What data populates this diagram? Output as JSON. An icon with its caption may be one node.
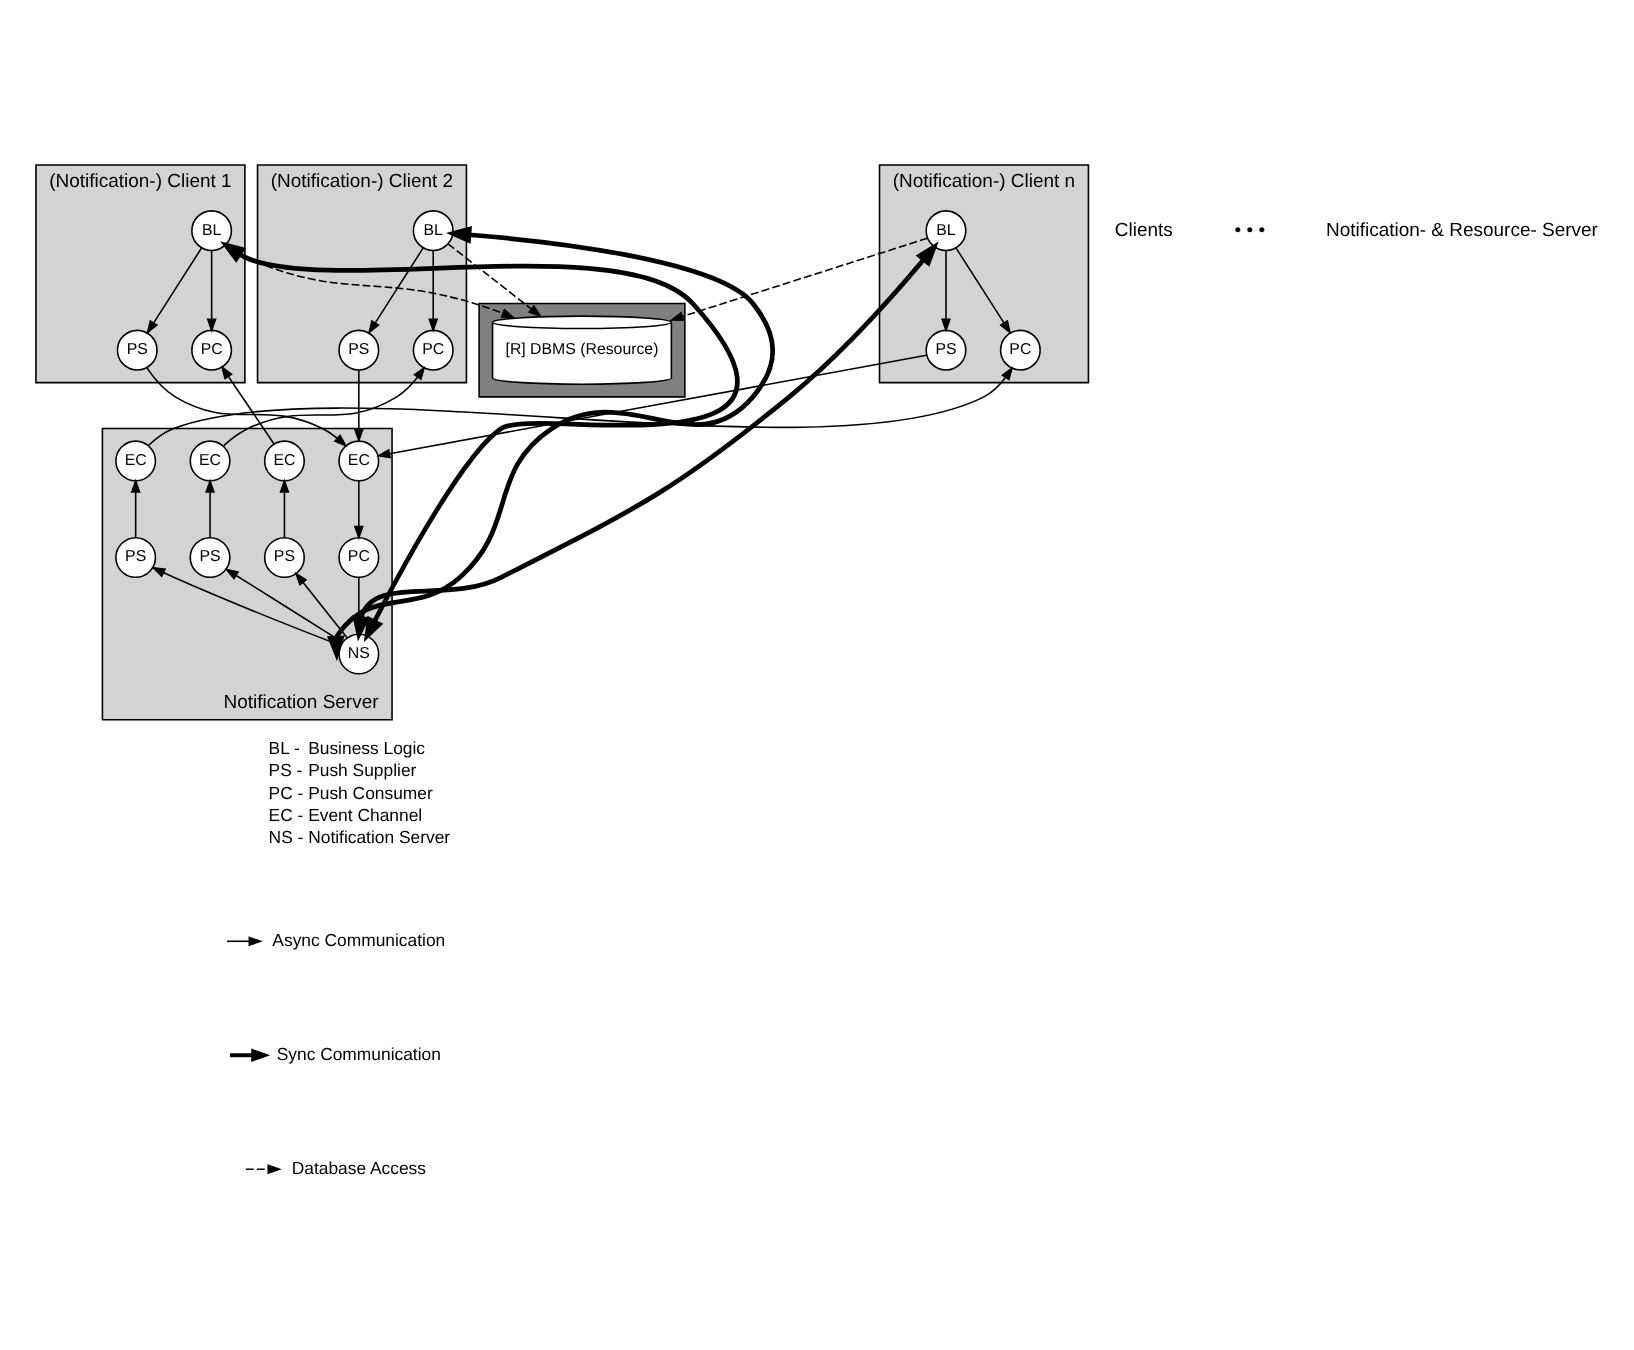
{
  "diagram": {
    "nodes": [
      {
        "text": [
          "(Notification-) Client 1"
        ]
      },
      {
        "text": [
          "BL"
        ],
        "in": 0
      },
      {
        "text": [
          "PS"
        ],
        "in": 0
      },
      {
        "text": [
          "PC"
        ],
        "in": 0
      },
      {
        "text": [
          "(Notification-) Client 2"
        ]
      },
      {
        "text": [
          "BL"
        ],
        "in": 4
      },
      {
        "text": [
          "PS"
        ],
        "in": 4
      },
      {
        "text": [
          "PC"
        ],
        "in": 4
      },
      {
        "text": [
          "(Notification-) Client n"
        ]
      },
      {
        "text": [
          "BL"
        ],
        "in": 8
      },
      {
        "text": [
          "PS"
        ],
        "in": 8
      },
      {
        "text": [
          "PC"
        ],
        "in": 8
      },
      {
        "text": [
          "Notification Server"
        ]
      },
      {
        "text": [
          "EC"
        ],
        "in": 12
      },
      {
        "text": [
          "EC"
        ],
        "in": 12
      },
      {
        "text": [
          "EC"
        ],
        "in": 12
      },
      {
        "text": [
          "EC"
        ],
        "in": 12
      },
      {
        "text": [
          "PC"
        ],
        "in": 12
      },
      {
        "text": [
          "PS"
        ],
        "in": 12
      },
      {
        "text": [
          "PS"
        ],
        "in": 12
      },
      {
        "text": [
          "PS"
        ],
        "in": 12
      },
      {
        "text": [
          "NS"
        ],
        "in": 12
      },
      {
        "text": [],
        "shape": "box"
      },
      {
        "text": [
          "[R] DBMS (Resource)"
        ],
        "in": 22
      }
    ],
    "edges": [
      {
        "from": 1,
        "to": 2,
        "arrow": "to"
      },
      {
        "from": 1,
        "to": 3,
        "arrow": "to"
      },
      {
        "from": 5,
        "to": 6,
        "arrow": "to"
      },
      {
        "from": 5,
        "to": 7,
        "arrow": "to"
      },
      {
        "from": 9,
        "to": 10,
        "arrow": "to"
      },
      {
        "from": 9,
        "to": 11,
        "arrow": "to"
      },
      {
        "from": 2,
        "to": 13,
        "arrow": "to"
      },
      {
        "from": 14,
        "to": 3,
        "arrow": "to"
      },
      {
        "from": 6,
        "to": 13,
        "arrow": "to"
      },
      {
        "from": 15,
        "to": 7,
        "arrow": "to"
      },
      {
        "from": 10,
        "to": 13,
        "arrow": "to"
      },
      {
        "from": 16,
        "to": 11,
        "arrow": "to"
      },
      {
        "from": 13,
        "to": 17,
        "arrow": "to"
      },
      {
        "from": 18,
        "to": 14,
        "arrow": "to"
      },
      {
        "from": 19,
        "to": 15,
        "arrow": "to"
      },
      {
        "from": 20,
        "to": 16,
        "arrow": "to"
      },
      {
        "from": 17,
        "to": 21,
        "arrow": "to"
      },
      {
        "from": 21,
        "to": 18,
        "arrow": "to"
      },
      {
        "from": 21,
        "to": 19,
        "arrow": "to"
      },
      {
        "from": 21,
        "to": 20,
        "arrow": "to"
      },
      {
        "from": 21,
        "to": 1,
        "arrow": "both",
        "style": "thick"
      },
      {
        "from": 21,
        "to": 5,
        "arrow": "both",
        "style": "thick"
      },
      {
        "from": 21,
        "to": 9,
        "arrow": "both",
        "style": "thick"
      },
      {
        "from": 1,
        "to": 23,
        "arrow": "to",
        "style": "dashed"
      },
      {
        "from": 5,
        "to": 23,
        "arrow": "to",
        "style": "dashed"
      },
      {
        "from": 9,
        "to": 23,
        "arrow": "to",
        "style": "dashed"
      }
    ],
    "labels": [
      "Clients",
      "• • •",
      "Notification- & Resource- Server",
      "BL -",
      "Business Logic",
      "PS -",
      "Push Supplier",
      "PC -",
      "Push Consumer",
      "EC -",
      "Event Channel",
      "NS -",
      "Notification Server"
    ],
    "legend": [
      {
        "text": "Async Communication"
      },
      {
        "text": "Sync Communication"
      },
      {
        "text": "Database Access"
      }
    ]
  }
}
